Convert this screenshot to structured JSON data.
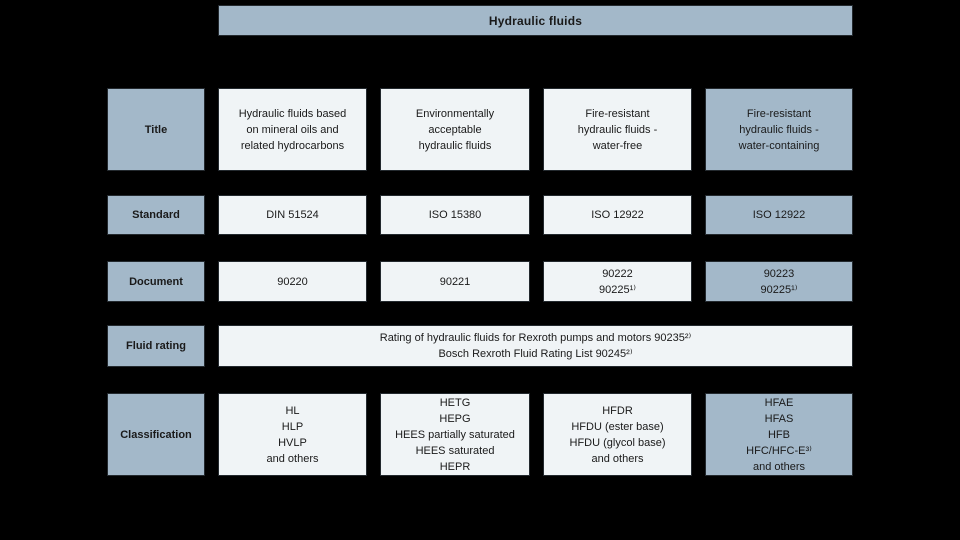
{
  "header": {
    "title": "Hydraulic fluids"
  },
  "rows": {
    "title": {
      "label": "Title",
      "cells": [
        "Hydraulic fluids based\non mineral oils and\nrelated hydrocarbons",
        "Environmentally\nacceptable\nhydraulic fluids",
        "Fire-resistant\nhydraulic fluids -\nwater-free",
        "Fire-resistant\nhydraulic fluids -\nwater-containing"
      ]
    },
    "standard": {
      "label": "Standard",
      "cells": [
        "DIN 51524",
        "ISO 15380",
        "ISO 12922",
        "ISO 12922"
      ]
    },
    "document": {
      "label": "Document",
      "cells": [
        "90220",
        "90221",
        "90222\n90225¹⁾",
        "90223\n90225¹⁾"
      ]
    },
    "fluid_rating": {
      "label": "Fluid rating",
      "text": "Rating of hydraulic fluids for Rexroth pumps and motors 90235²⁾\nBosch Rexroth Fluid Rating List 90245²⁾"
    },
    "classification": {
      "label": "Classification",
      "cells": [
        "HL\nHLP\nHVLP\nand others",
        "HETG\nHEPG\nHEES partially saturated\nHEES saturated\nHEPR",
        "HFDR\nHFDU (ester base)\nHFDU (glycol base)\nand others",
        "HFAE\nHFAS\nHFB\nHFC/HFC-E³⁾\nand others"
      ]
    }
  },
  "colors": {
    "accent": "#a3b8c9",
    "cell": "#f0f4f6",
    "border": "#23292e",
    "background": "#000000",
    "text": "#1a1a1a"
  }
}
